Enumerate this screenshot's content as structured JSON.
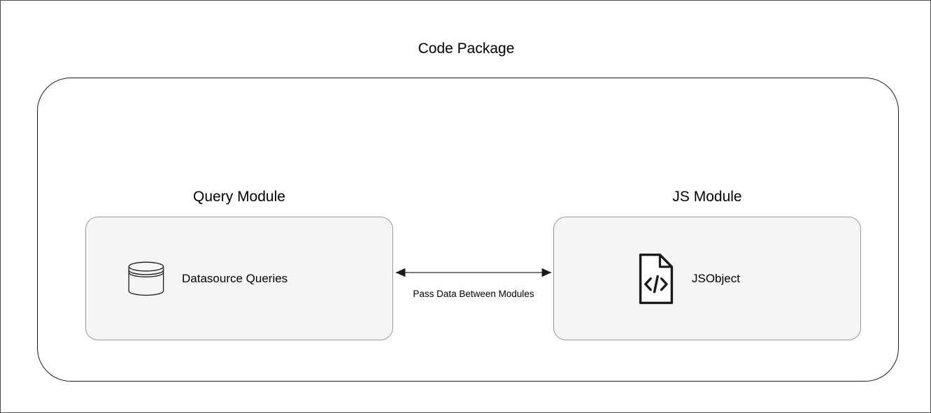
{
  "diagram": {
    "title": "Code Package",
    "background_color": "#ffffff",
    "border_color": "#4d4d4d",
    "container_border_color": "#1a1a1a",
    "box_fill_color": "#f5f5f5",
    "box_border_color": "#999999",
    "line_color": "#4d4d4d",
    "text_color": "#000000"
  },
  "modules": [
    {
      "label": "Query Module",
      "item_label": "Datasource Queries",
      "icon": "database-cylinder-icon"
    },
    {
      "label": "JS Module",
      "item_label": "JSObject",
      "icon": "code-file-icon"
    }
  ],
  "connector": {
    "label": "Pass Data Between Modules",
    "arrow_type": "double-headed",
    "direction": "bidirectional"
  }
}
